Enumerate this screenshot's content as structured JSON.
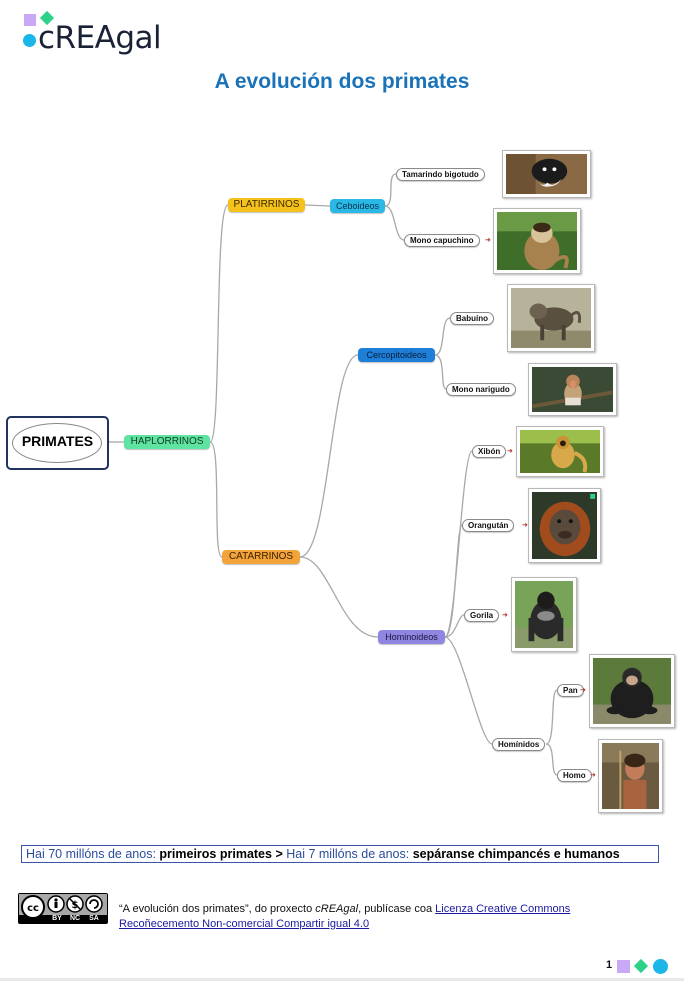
{
  "header": {
    "logo_text": "cREAgal",
    "colors": {
      "purple": "#c9a8f5",
      "green": "#2ed18a",
      "cyan": "#1bb6e8"
    }
  },
  "title": "A evolución dos primates",
  "mindmap": {
    "root": "PRIMATES",
    "haplorrinos": "HAPLORRINOS",
    "platirrinos": "PLATIRRINOS",
    "catarrinos": "CATARRINOS",
    "ceboideos": "Ceboideos",
    "cercopitoideos": "Cercopitoideos",
    "hominoideos": "Hominoideos",
    "hominidos": "Homínidos",
    "leaves": {
      "tamarindo": "Tamarindo bigotudo",
      "capuchino": "Mono capuchino",
      "babuino": "Babuíno",
      "narigudo": "Mono narigudo",
      "xibon": "Xibón",
      "orangutan": "Orangután",
      "gorila": "Gorila",
      "pan": "Pan",
      "homo": "Homo"
    },
    "node_colors": {
      "haplorrinos": "#5fe3a1",
      "platirrinos": "#f5c21b",
      "catarrinos": "#f2a33a",
      "ceboideos": "#2ab8e6",
      "cercopitoideos": "#1e7fd9",
      "hominoideos": "#8e86e0"
    }
  },
  "timeline": {
    "part1": "Hai 70 millóns de anos:",
    "part2": "primeiros primates >",
    "part3": "Hai 7 millóns de anos:",
    "part4": "sepáranse chimpancés e humanos"
  },
  "license": {
    "prefix": "“A evolución dos primates”, do proxecto",
    "project": "cREAgal",
    "middle": ", publícase coa",
    "link_line1": "Licenza Creative Commons",
    "link_line2": "Recoñecemento Non-comercial Compartir igual 4.0",
    "badge_labels": {
      "by": "BY",
      "nc": "NC",
      "sa": "SA"
    }
  },
  "footer": {
    "page_number": "1"
  }
}
